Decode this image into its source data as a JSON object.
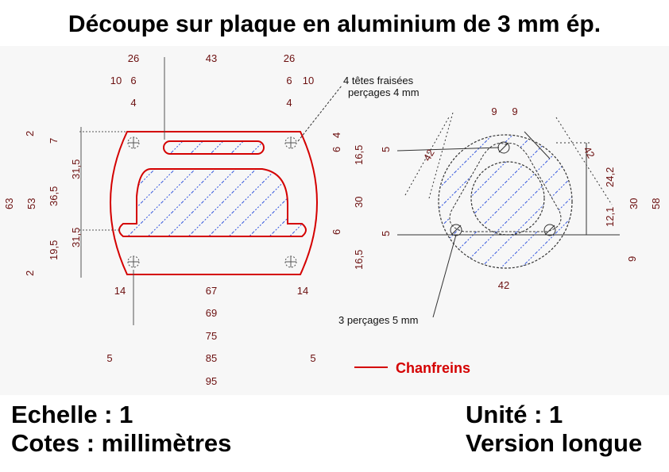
{
  "title": "Découpe sur plaque en aluminium de 3 mm ép.",
  "footer": {
    "scale": "Echelle : 1",
    "units": "Cotes : millimètres",
    "unit_value": "Unité : 1",
    "version": "Version longue"
  },
  "legend": {
    "label": "Chanfreins",
    "color": "#d40000"
  },
  "notes": {
    "screws": [
      "4 têtes fraisées",
      "perçages 4 mm"
    ],
    "holes": "3 perçages 5 mm"
  },
  "left_part": {
    "top_dims": [
      "26",
      "43",
      "26"
    ],
    "second_row": [
      "10",
      "6",
      "6",
      "10"
    ],
    "third_row": [
      "4",
      "4"
    ],
    "left_side": [
      "2",
      "7",
      "31,5",
      "36,5",
      "53",
      "63",
      "31,5",
      "19,5",
      "2"
    ],
    "right_side": [
      "6",
      "4",
      "16,5",
      "30",
      "6",
      "16,5"
    ],
    "bottom_dims": [
      "14",
      "67",
      "14",
      "69",
      "75",
      "5",
      "85",
      "5",
      "95"
    ]
  },
  "right_part": {
    "top_dims": [
      "9",
      "9"
    ],
    "left_side": [
      "5",
      "42",
      "5"
    ],
    "right_side": [
      "42",
      "24,2",
      "12,1",
      "30",
      "58",
      "9"
    ],
    "bottom_dim": "42"
  }
}
